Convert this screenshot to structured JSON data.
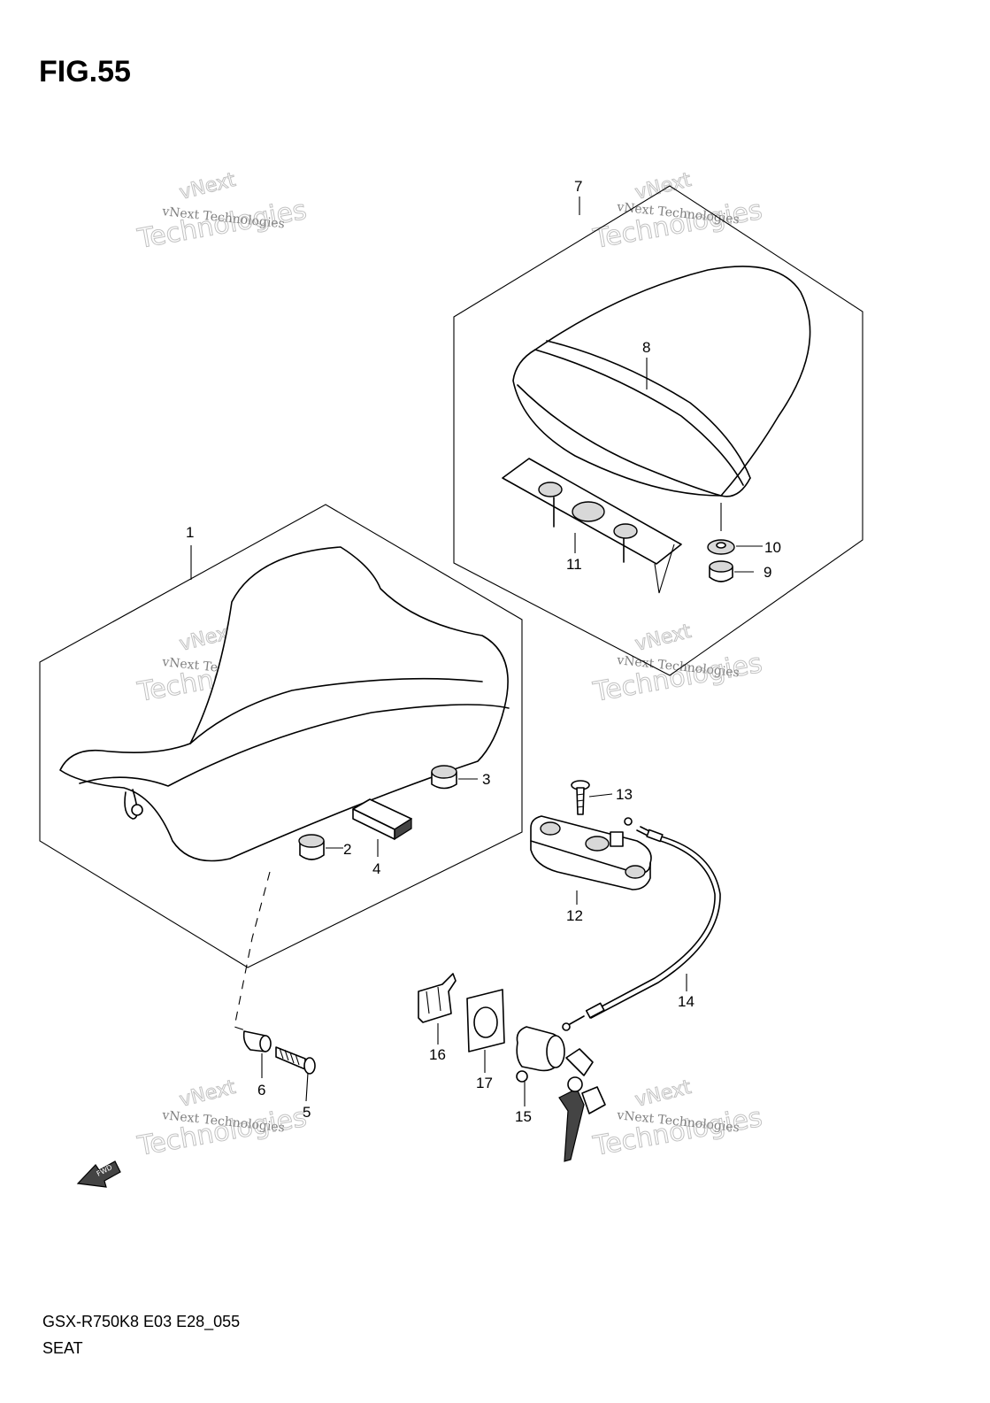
{
  "figure": {
    "title": "FIG.55",
    "model_code": "GSX-R750K8 E03 E28_055",
    "section_name": "SEAT"
  },
  "callouts": [
    {
      "id": "1"
    },
    {
      "id": "2"
    },
    {
      "id": "3"
    },
    {
      "id": "4"
    },
    {
      "id": "5"
    },
    {
      "id": "6"
    },
    {
      "id": "7"
    },
    {
      "id": "8"
    },
    {
      "id": "9"
    },
    {
      "id": "10"
    },
    {
      "id": "11"
    },
    {
      "id": "12"
    },
    {
      "id": "13"
    },
    {
      "id": "14"
    },
    {
      "id": "15"
    },
    {
      "id": "16"
    },
    {
      "id": "17"
    }
  ],
  "watermark": {
    "line_small": "vNext Technologies",
    "word_large": "Technologies",
    "word_top": "vNext"
  },
  "fwd_label": "FWD"
}
